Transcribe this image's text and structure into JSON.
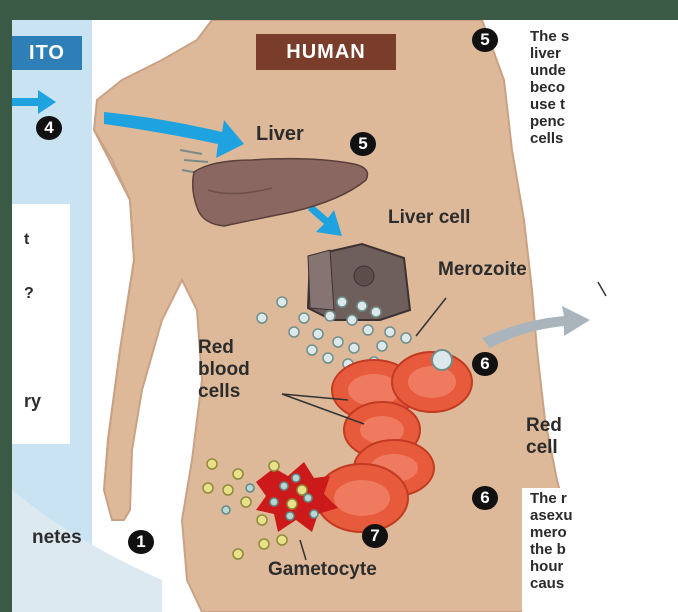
{
  "headers": {
    "mosquito_partial": "ITO",
    "human": "HUMAN"
  },
  "labels": {
    "liver": "Liver",
    "liver_cell": "Liver cell",
    "merozoite": "Merozoite",
    "red_blood_cells": [
      "Red",
      "blood",
      "cells"
    ],
    "red_cell_partial": [
      "Red",
      "cell"
    ],
    "gametocyte": "Gametocyte",
    "gametes_partial": "netes",
    "left_box_partial": [
      "t",
      "?",
      "ry"
    ]
  },
  "steps": {
    "s1": "1",
    "s4": "4",
    "s5_liver": "5",
    "s5_box": "5",
    "s6_cell": "6",
    "s6_box": "6",
    "s7": "7"
  },
  "text_box_5": [
    "The s",
    "liver",
    "unde",
    "beco",
    "use t",
    "penc",
    "cells"
  ],
  "text_box_6": [
    "The r",
    "asexu",
    "mero",
    "the b",
    "hour",
    "caus"
  ],
  "colors": {
    "skin": "#ddb99a",
    "skin_edge": "#c9a285",
    "mosquito_bg": "#c9e3f2",
    "human_tab": "#7a3d2c",
    "mosquito_tab": "#2e7fb8",
    "arrow_blue": "#1fa3e0",
    "liver": "#8a6760",
    "rbc": "#e85a3c",
    "parasite": "#b8d6d2",
    "gametocyte": "#e8e18a",
    "blood": "#cc1a1a",
    "frame": "#3a5a46"
  },
  "icons": [
    "liver-organ",
    "liver-cell-icon",
    "merozoite-icon",
    "red-blood-cell-icon",
    "gametocyte-icon",
    "blue-arrow-icon",
    "gray-arrow-icon"
  ]
}
